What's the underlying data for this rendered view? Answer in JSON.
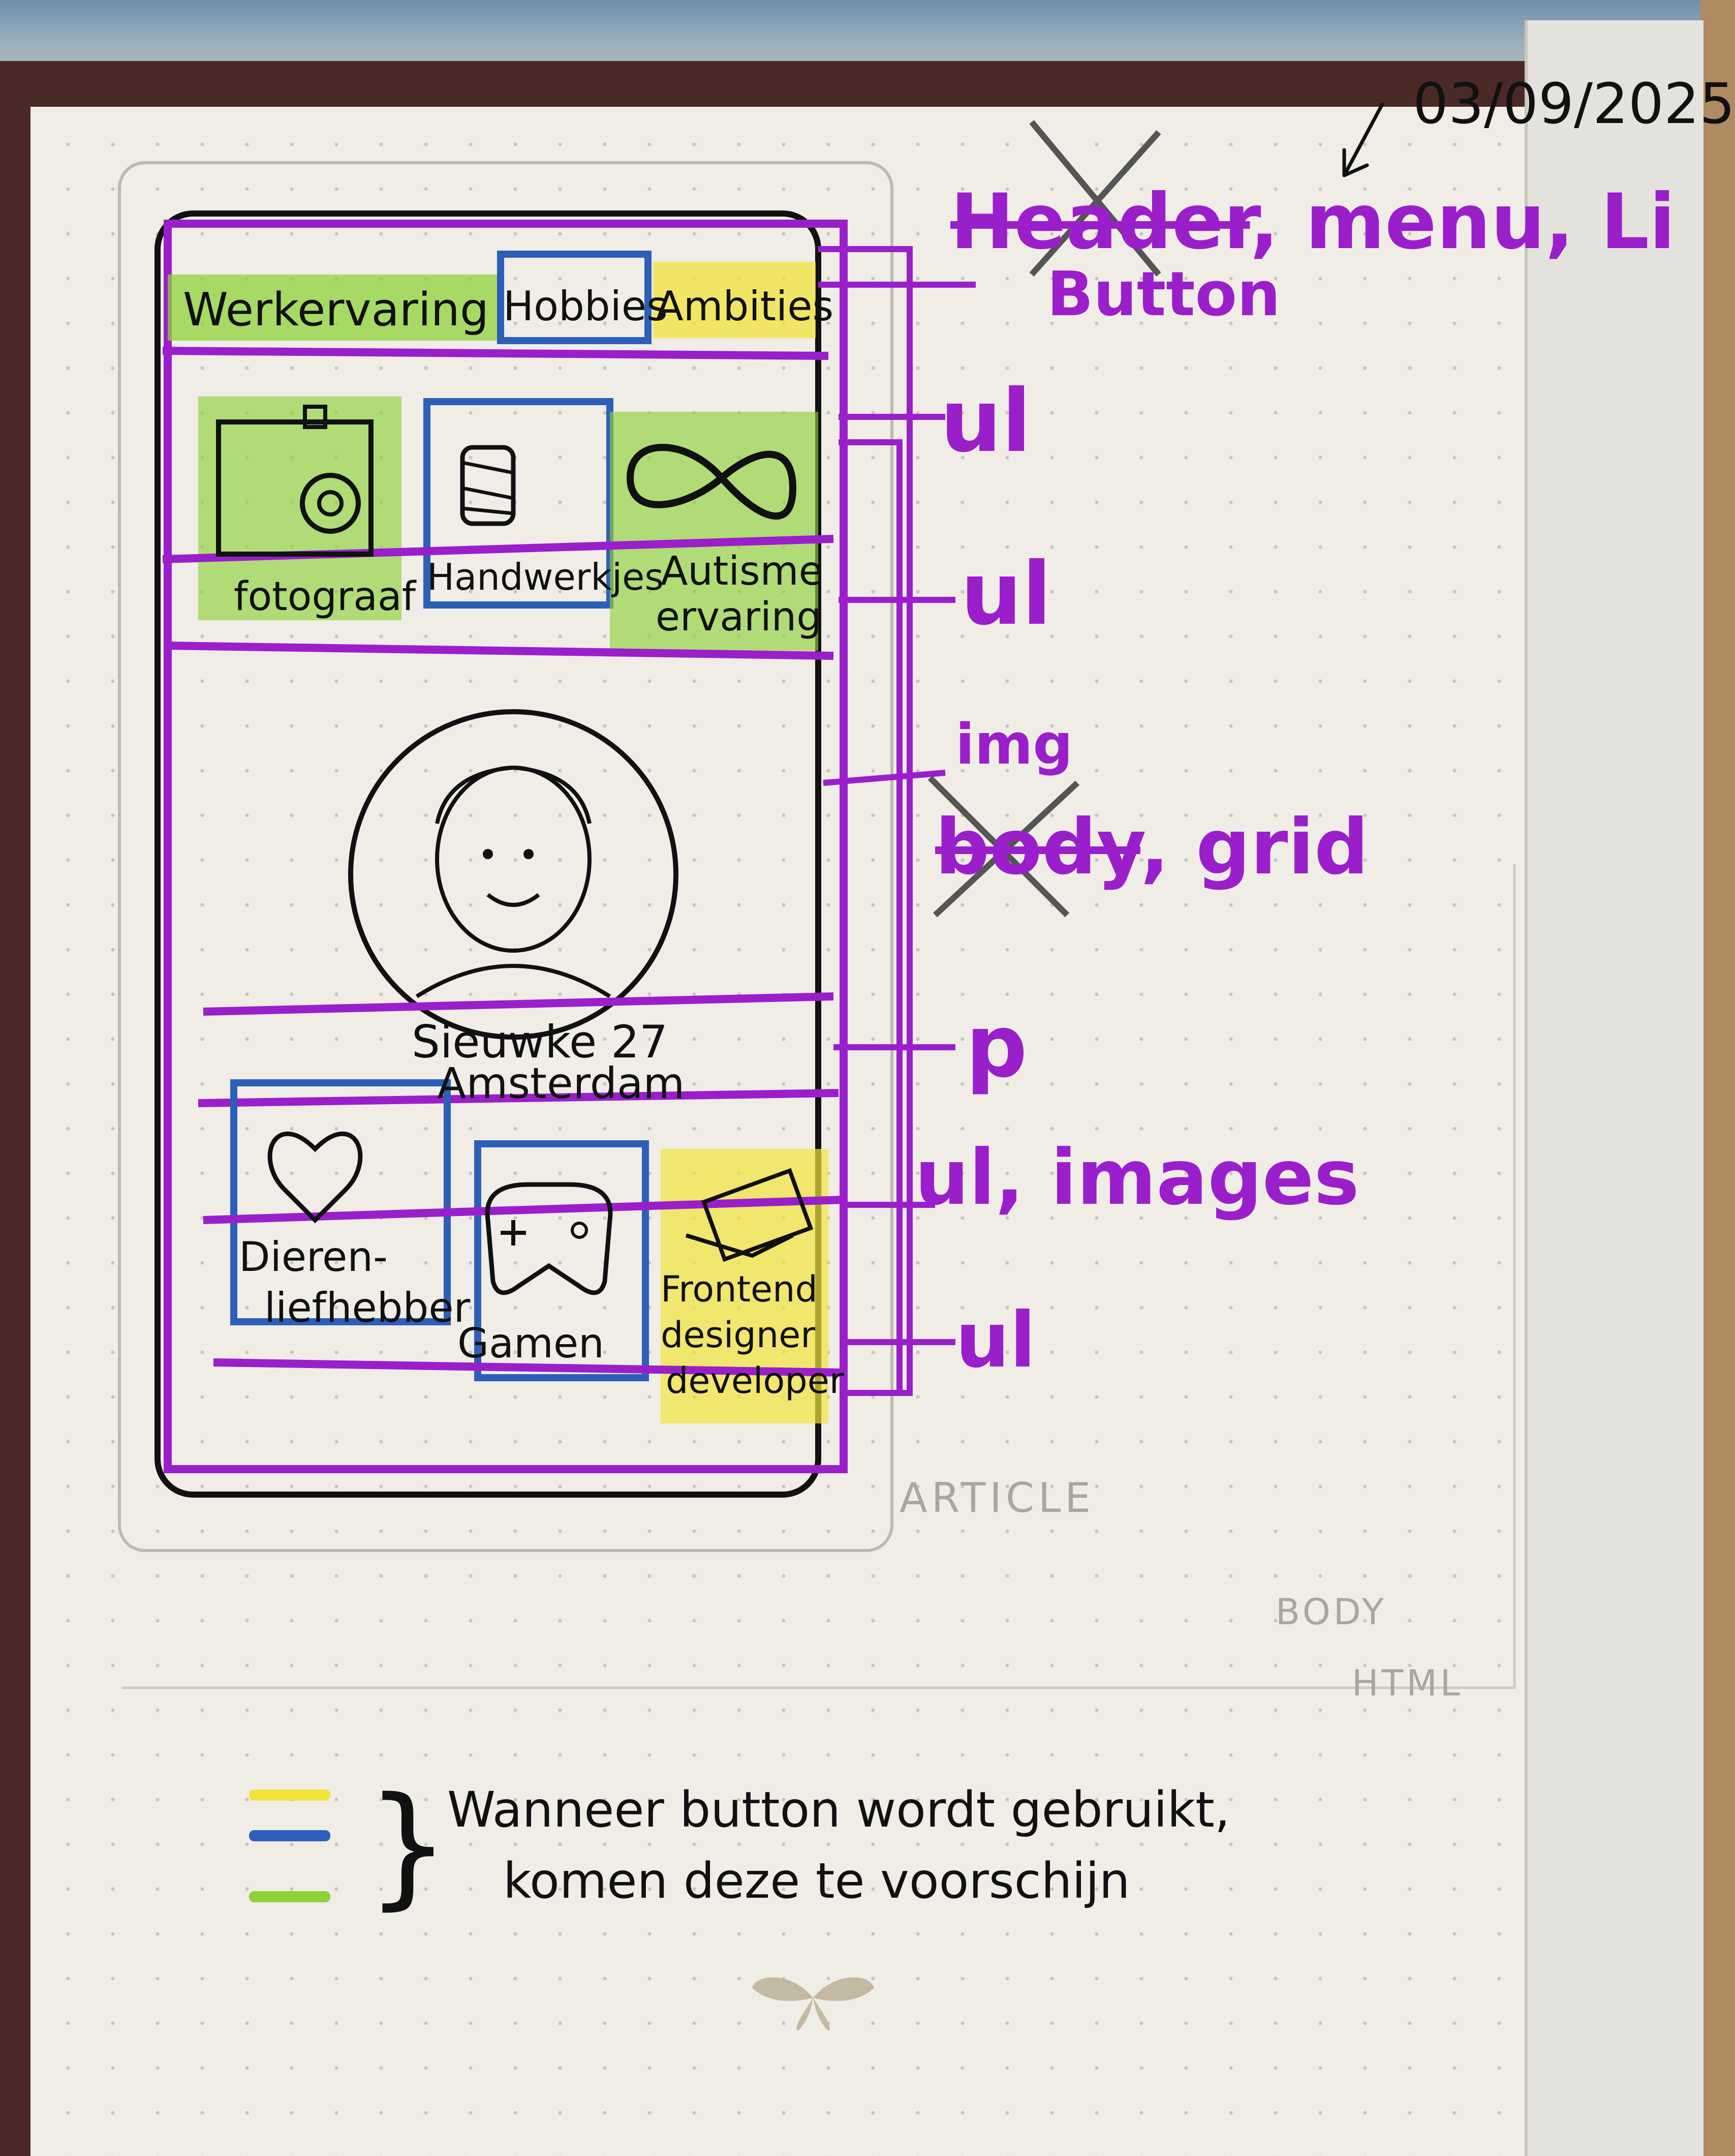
{
  "date": "03/09/2025",
  "annotations": {
    "header_struck": "Header",
    "header_rest": ", menu, Li",
    "button": "Button",
    "ul_1": "ul",
    "ul_2": "ul",
    "img": "img",
    "body_struck": "body",
    "body_rest": ", grid",
    "p": "p",
    "ul_images": "ul, images",
    "ul_4": "ul",
    "article": "ARTICLE",
    "body_grey": "BODY",
    "html_grey": "HTML"
  },
  "wireframe": {
    "nav": [
      "Werkervaring",
      "Hobbies",
      "Ambities"
    ],
    "row1": [
      "fotograaf",
      "Handwerkjes",
      "Autisme",
      "ervaring"
    ],
    "profile_name": "Sieuwke 27",
    "profile_city": "Amsterdam",
    "row2_a": [
      "Dieren-",
      "liefhebber"
    ],
    "row2_b": "Gamen",
    "row2_c": [
      "Frontend",
      "designer",
      "developer"
    ]
  },
  "legend": {
    "line1": "Wanneer button wordt gebruikt,",
    "line2": "komen deze te voorschijn",
    "colors": [
      "#f2e23a",
      "#2d5fb8",
      "#8fd13a"
    ]
  },
  "colors": {
    "purple": "#9a1fcb",
    "yellow": "#f2e23a",
    "blue": "#2d5fb8",
    "green": "#8fd13a"
  }
}
